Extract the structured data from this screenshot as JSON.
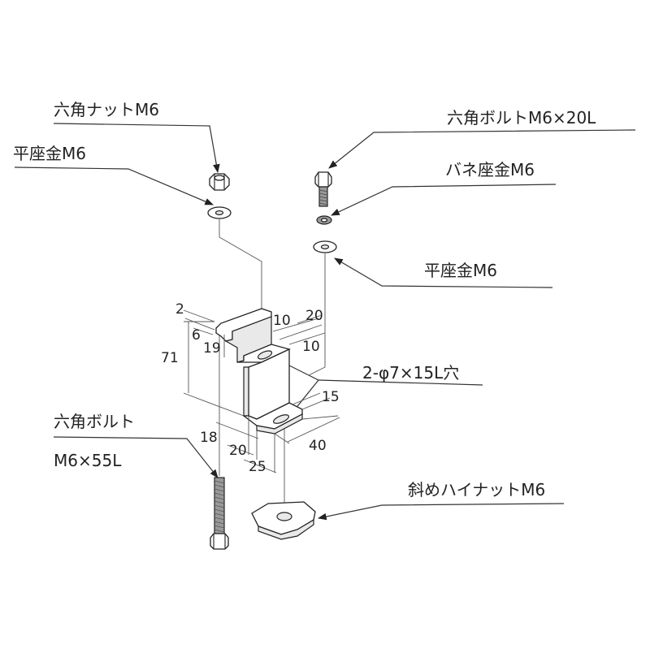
{
  "labels": {
    "hex_nut": "六角ナットM6",
    "flat_washer_left": "平座金M6",
    "hex_bolt_short": "六角ボルトM6×20L",
    "spring_washer": "バネ座金M6",
    "flat_washer_right": "平座金M6",
    "slot_holes": "2-φ7×15L穴",
    "hex_bolt_long_line1": "六角ボルト",
    "hex_bolt_long_line2": "M6×55L",
    "diagonal_nut": "斜めハイナットM6"
  },
  "dimensions": {
    "d2": "2",
    "d6": "6",
    "d71": "71",
    "d19": "19",
    "d10a": "10",
    "d20a": "20",
    "d10b": "10",
    "d15": "15",
    "d18": "18",
    "d20b": "20",
    "d25": "25",
    "d40": "40"
  }
}
